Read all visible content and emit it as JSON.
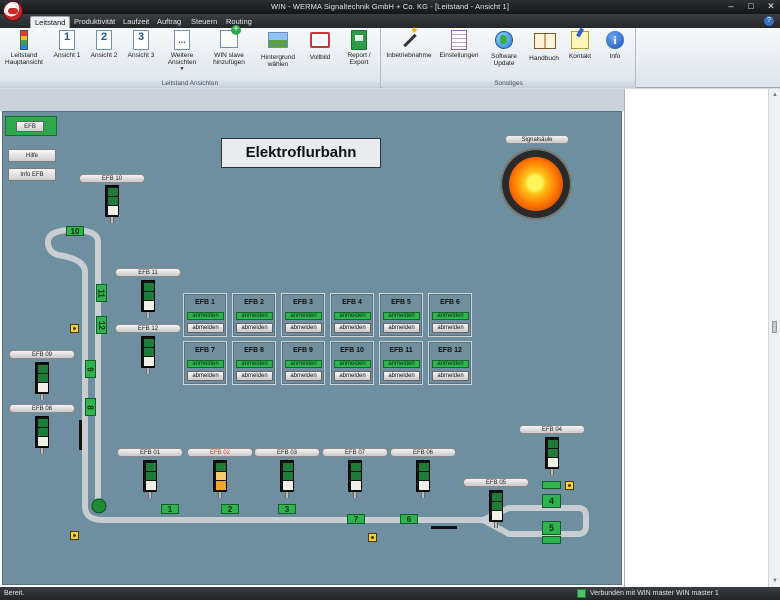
{
  "window": {
    "title": "WIN - WERMA Signaltechnik GmbH + Co. KG - [Leitstand - Ansicht 1]"
  },
  "ribbon_tabs": [
    "Leitstand",
    "Produktivität",
    "Laufzeit",
    "Auftrag",
    "Steuern",
    "Routing"
  ],
  "ribbon": {
    "groups": [
      {
        "label": "Leitstand Ansichten"
      },
      {
        "label": "Sonstiges"
      }
    ],
    "buttons": {
      "hauptansicht": "Leitstand Hauptansicht",
      "ansicht1": "Ansicht 1",
      "ansicht2": "Ansicht 2",
      "ansicht3": "Ansicht 3",
      "weitere": "Weitere Ansichten",
      "slave": "WIN slave hinzufügen",
      "hintergrund": "Hintergrund wählen",
      "vollbild": "Vollbild",
      "report": "Report / Export",
      "inbetrieb": "Inbetriebnahme",
      "einstellungen": "Einstellungen",
      "software": "Software Update",
      "handbuch": "Handbuch",
      "kontakt": "Kontakt",
      "info": "Info"
    },
    "doc_numbers": [
      "1",
      "2",
      "3",
      "..."
    ]
  },
  "canvas": {
    "title": "Elektroflurbahn",
    "side_buttons": {
      "efb": "EFB",
      "hilfe": "Hilfe",
      "info": "Info EFB"
    },
    "signal_label": "Signalsäule",
    "lamps": [
      {
        "label": "EFB 10",
        "state": "off"
      },
      {
        "label": "EFB 11",
        "state": "off"
      },
      {
        "label": "EFB 12",
        "state": "off"
      },
      {
        "label": "EFB 09",
        "state": "off"
      },
      {
        "label": "EFB 08",
        "state": "off"
      },
      {
        "label": "EFB 01",
        "state": "off"
      },
      {
        "label": "EFB 02",
        "state": "warning"
      },
      {
        "label": "EFB 03",
        "state": "off"
      },
      {
        "label": "EFB 07",
        "state": "off"
      },
      {
        "label": "EFB 06",
        "state": "off"
      },
      {
        "label": "EFB 05",
        "state": "off"
      },
      {
        "label": "EFB 04",
        "state": "off"
      }
    ],
    "grid": [
      {
        "label": "EFB 1",
        "an": "anmelden",
        "ab": "abmelden"
      },
      {
        "label": "EFB 2",
        "an": "anmelden",
        "ab": "abmelden"
      },
      {
        "label": "EFB 3",
        "an": "anmelden",
        "ab": "abmelden"
      },
      {
        "label": "EFB 4",
        "an": "anmelden",
        "ab": "abmelden"
      },
      {
        "label": "EFB 5",
        "an": "anmelden",
        "ab": "abmelden"
      },
      {
        "label": "EFB 6",
        "an": "anmelden",
        "ab": "abmelden"
      },
      {
        "label": "EFB 7",
        "an": "anmelden",
        "ab": "abmelden"
      },
      {
        "label": "EFB 8",
        "an": "anmelden",
        "ab": "abmelden"
      },
      {
        "label": "EFB 9",
        "an": "anmelden",
        "ab": "abmelden"
      },
      {
        "label": "EFB 10",
        "an": "anmelden",
        "ab": "abmelden"
      },
      {
        "label": "EFB 11",
        "an": "anmelden",
        "ab": "abmelden"
      },
      {
        "label": "EFB 12",
        "an": "anmelden",
        "ab": "abmelden"
      }
    ],
    "stations": [
      "10",
      "11",
      "12",
      "9",
      "8",
      "1",
      "2",
      "3",
      "7",
      "6",
      "4",
      "5"
    ]
  },
  "status": {
    "left": "Bereit.",
    "right": "Verbunden mit WIN master WIN master 1"
  },
  "colors": {
    "canvas_bg": "#6e8f9f",
    "station_green": "#2fb34f",
    "track": "#c8cdd1",
    "signal_orange": "#ff7a00"
  }
}
